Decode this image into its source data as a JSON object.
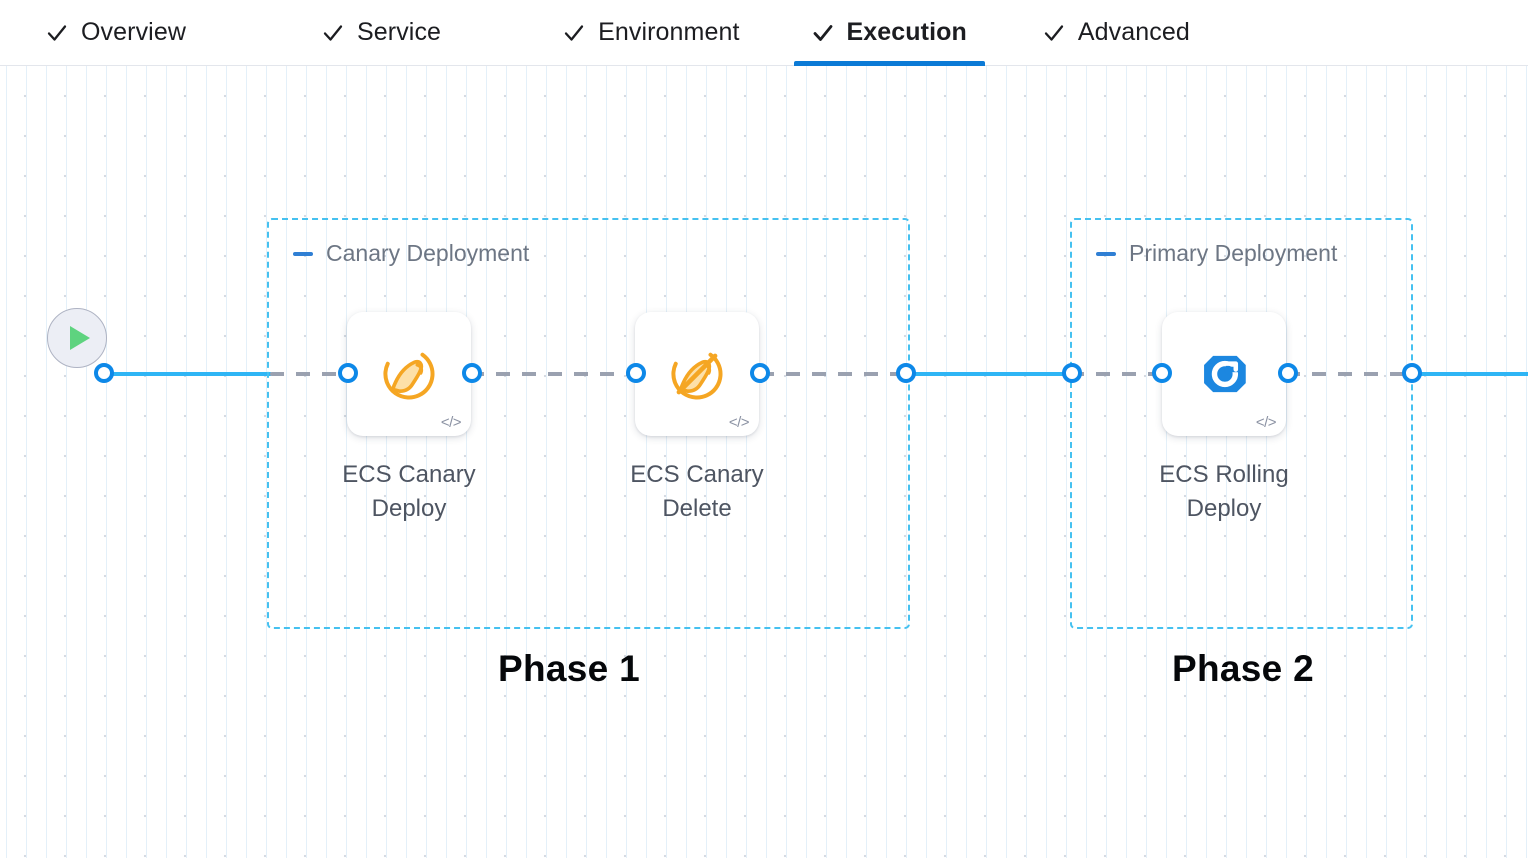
{
  "tabs": [
    {
      "label": "Overview",
      "icon": "check-icon",
      "active": false
    },
    {
      "label": "Service",
      "icon": "check-icon",
      "active": false
    },
    {
      "label": "Environment",
      "icon": "check-icon",
      "active": false
    },
    {
      "label": "Execution",
      "icon": "check-icon",
      "active": true
    },
    {
      "label": "Advanced",
      "icon": "check-icon",
      "active": false
    }
  ],
  "canvas": {
    "start_node": {
      "icon": "play-icon",
      "name": "pipeline-start"
    },
    "groups": [
      {
        "id": "canary",
        "title": "Canary Deployment",
        "collapse_icon": "minus-icon",
        "phase_label": "Phase 1"
      },
      {
        "id": "primary",
        "title": "Primary Deployment",
        "collapse_icon": "minus-icon",
        "phase_label": "Phase 2"
      }
    ],
    "nodes": [
      {
        "id": "canary-deploy",
        "label": "ECS Canary\nDeploy",
        "icon": "canary-bird-icon",
        "badge": "</>"
      },
      {
        "id": "canary-delete",
        "label": "ECS Canary\nDelete",
        "icon": "canary-bird-strikethrough-icon",
        "badge": "</>"
      },
      {
        "id": "rolling-deploy",
        "label": "ECS Rolling\nDeploy",
        "icon": "ecs-rolling-hexagon-icon",
        "badge": "</>"
      }
    ]
  },
  "colors": {
    "active_tab_underline": "#0b7ad6",
    "edge_solid": "#2eb5f5",
    "edge_dashed": "#9aa1b0",
    "port_ring": "#0d88e8",
    "group_border": "#45c1f0",
    "group_title_text": "#6d7684",
    "node_label_text": "#4e5562",
    "start_play": "#5ed37f",
    "canary_icon": "#f5a623",
    "rolling_icon": "#1c87e0"
  }
}
